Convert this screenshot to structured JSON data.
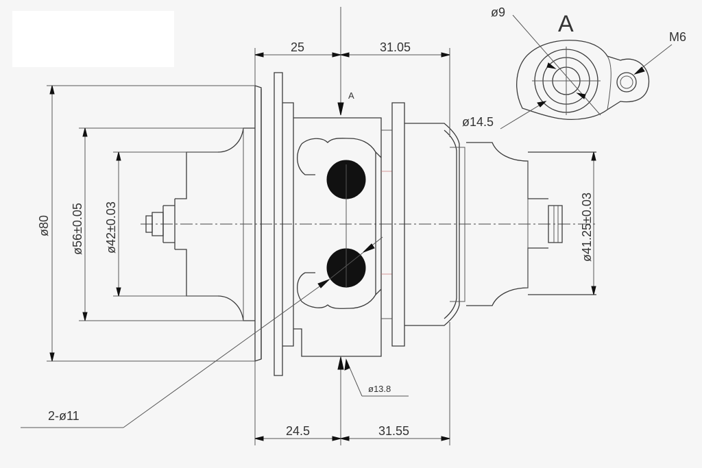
{
  "labels": {
    "top_left_dim": "25",
    "top_right_dim": "31.05",
    "bottom_left_dim": "24.5",
    "bottom_right_dim": "31.55",
    "section_arrow": "A",
    "view_title": "A",
    "dia_80": "ø80",
    "dia_56": "ø56±0.05",
    "dia_42": "ø42±0.03",
    "dia_41_25": "ø41.25±0.03",
    "dia_9": "ø9",
    "dia_14_5": "ø14.5",
    "thread_m6": "M6",
    "dia_13_8": "ø13.8",
    "holes": "2-ø11"
  }
}
